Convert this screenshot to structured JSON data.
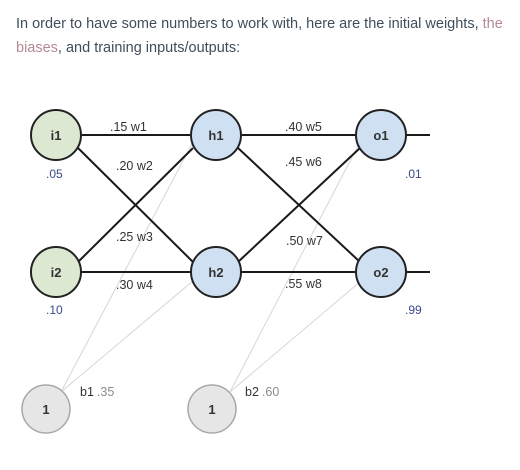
{
  "intro": {
    "text_before": "In order to have some numbers to work with, here are the initial weights, ",
    "link1": "the biases",
    "text_after": ", and training inputs/outputs:"
  },
  "nodes": {
    "i1": "i1",
    "i2": "i2",
    "h1": "h1",
    "h2": "h2",
    "o1": "o1",
    "o2": "o2",
    "b1": "1",
    "b2": "1"
  },
  "inputs": {
    "i1": ".05",
    "i2": ".10"
  },
  "targets": {
    "o1": ".01",
    "o2": ".99"
  },
  "weights": {
    "w1": ".15 w1",
    "w2": ".20 w2",
    "w3": ".25 w3",
    "w4": ".30 w4",
    "w5": ".40 w5",
    "w6": ".45 w6",
    "w7": ".50 w7",
    "w8": ".55 w8"
  },
  "biases": {
    "b1_name": "b1",
    "b1_value": ".35",
    "b2_name": "b2",
    "b2_value": ".60"
  },
  "colors": {
    "input_fill": "#dce8d2",
    "hidden_fill": "#cfe0f3",
    "output_fill": "#cfe0f3",
    "bias_fill": "#e6e6e6"
  }
}
